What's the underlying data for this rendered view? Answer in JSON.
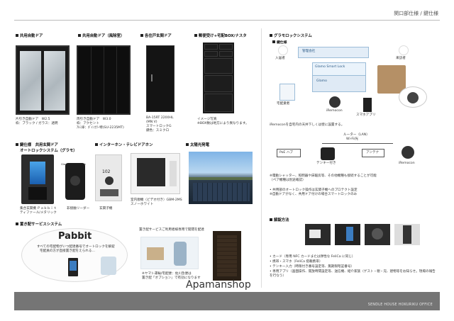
{
  "header": {
    "title": "関口部仕様 / 鍵仕様"
  },
  "sections": {
    "shared_auto_door": "共用自動ドア",
    "shared_auto_door_wind": "共用自動ドア（風除室）",
    "unit_entrance_door": "各住戸玄関ドア",
    "mailbox": "郵便受け+宅配BOX/ナスタ",
    "key_spec": "鍵仕様　共用玄関ドア",
    "auto_lock": "オートロックシステム（グラモ）",
    "intercom": "インターホン・テレビドアホン",
    "solar": "太陽光発電",
    "delivery_service": "置き配サービスシステム",
    "gramo_system": "グラモロックシステム",
    "key_spec_right": "鍵仕様",
    "unlock_method": "解錠方法"
  },
  "captions": {
    "door1_a": "片引き自動ドア　W2.5",
    "door1_b": "枠：ブラック / ガラス：透明",
    "door2_a": "両引き自動ドア　W3.0",
    "door2_b": "枠：アクセント",
    "door2_c": "ｱﾙﾐ扉：ﾀﾞｲﾉｶﾗｰ特(SU-2235MT)",
    "door3_a": "BA-15RT 2200HL",
    "door3_b": "(MN V)",
    "door3_c": "スマートロックG",
    "door3_d": "鍵色：スミクロ",
    "mailbox_a": "イメージ写真",
    "mailbox_b": "※BOX数は地方により異なります。",
    "gramo_panel": "Glamo Smart Lock",
    "gramo_note_a": "集合玄関機 Ｐａｂｂｉｔ",
    "gramo_note_b": "ティファール/メタリック",
    "reader": "非接触リーダー",
    "entrance_unit": "玄関子機",
    "monitor_a": "室内親機（ビデオ付き）GBM-2MS",
    "monitor_b": "スノーホワイト",
    "intercom_num": "102",
    "pabbit_logo": "Pabbit",
    "pabbit_text_a": "すべての宅配物がいつ配達番号でオートロックを解錠",
    "pabbit_text_b": "宅配員の方が直接置き配をえられる…",
    "delivery_center": "置き配サービスご利用者様専用で開閉を配達",
    "delivery_note_a": "※ヤマト運輸/宅配便：佐川急便は",
    "delivery_note_b": "置き配「オプション」で有効になります"
  },
  "diagram": {
    "labels": [
      "入居者",
      "管理会社",
      "宅配業者",
      "来訪者",
      "Glamo Smart Lock",
      "Glamo",
      "iRemocon",
      "スマホアプリ"
    ],
    "note": "iRemoconを自宅内の天井下しくは壁に設置する。",
    "router": "ルーター（LAN）",
    "wifi": "Wi-Fi/光",
    "hub": "PoE ハブ",
    "tenlock": "テンキー付き",
    "antenna": "アンテナ",
    "iremocon": "iRemocon",
    "note_a": "※電動シャッター、照明器や床暖房等、その他機種も接続することが可能",
    "note_b": "（ペア機種は別途確認）",
    "note_c": "• 共用部のオートロック操作は玄関子機へのプロテクト設定",
    "note_d": "※自動ドアがなく、共用ドア付けの場合スマートロックのみ"
  },
  "key_bullets": [
    "• カード（専用 NFC カードまたは弾性な FeliCa に同じ）",
    "• 携帯・スマホ（FeliCa 搭載携帯）",
    "• テンキー入力（時限付き番号設定等、無期限暗証番号）",
    "• 専用アプリ（画面操作、開放時間設定等、送信機、紹介家族（ゲスト・親・兄、建物等をお知らせ。現場の報告を行なう）"
  ],
  "footer": {
    "text": "SENDLE HOUSE HOKURIKU OFFICE"
  },
  "watermark": "Apamanshop"
}
